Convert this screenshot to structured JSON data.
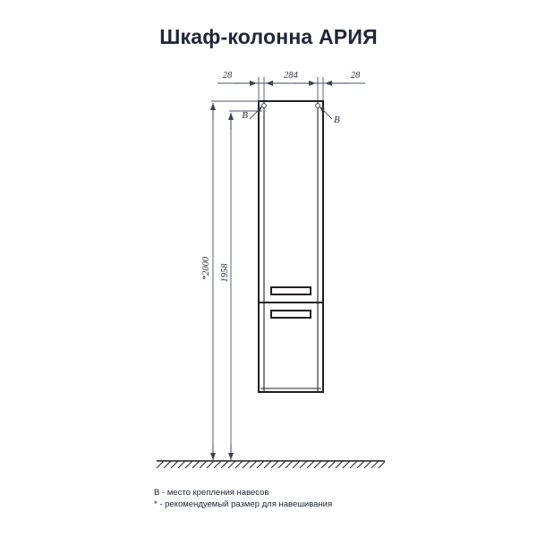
{
  "drawing": {
    "title": "Шкаф-колонна АРИЯ",
    "dimensions": {
      "top": [
        {
          "label": "28"
        },
        {
          "label": "284"
        },
        {
          "label": "28"
        }
      ],
      "vertical": [
        {
          "label": "*2000"
        },
        {
          "label": "1958"
        }
      ]
    },
    "markers": [
      {
        "label": "B"
      },
      {
        "label": "B"
      }
    ],
    "legend": [
      "В - место крепления навесов",
      "* - рекомендуемый размер для навешивания"
    ],
    "colors": {
      "line": "#231f20",
      "dimension_line": "#4a5568",
      "text": "#20263a",
      "background": "#ffffff"
    }
  }
}
